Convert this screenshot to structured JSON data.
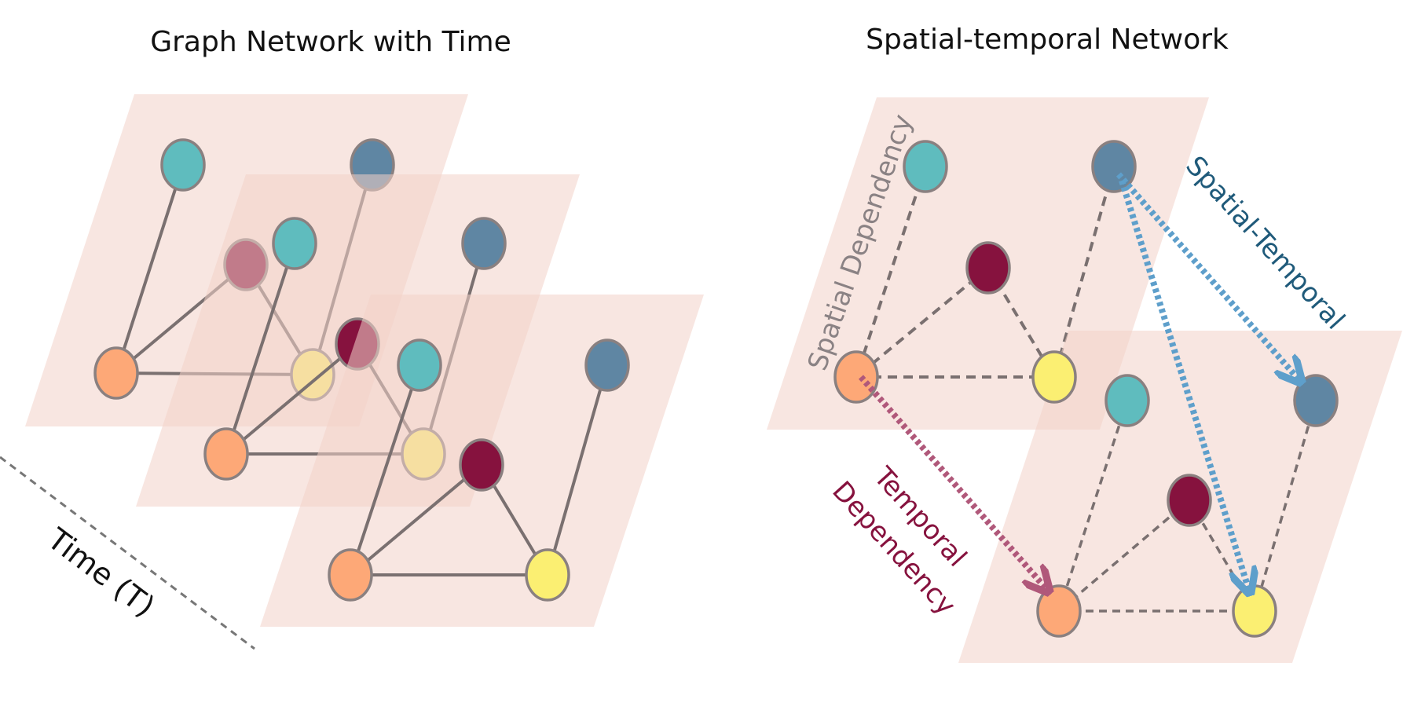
{
  "titles": {
    "left": "Graph Network with Time",
    "right": "Spatial-temporal Network"
  },
  "labels": {
    "time_axis": "Time (T)",
    "spatial_dependency": "Spatial Dependency",
    "spatial_temporal": "Spatial-Temporal",
    "temporal_line1": "Temporal",
    "temporal_line2": "Dependency"
  },
  "colors": {
    "plane": "#f3d2c8",
    "teal": "#5fbcbe",
    "slate": "#5f86a3",
    "maroon": "#86123e",
    "orange": "#fda877",
    "yellow": "#fbef72",
    "edge": "#7a7070",
    "node_stroke": "#8a8080",
    "temporal_arrow": "#b0587a",
    "spatial_temporal_arrow": "#5e9fcb",
    "spatial_temporal_text": "#1f5a7a",
    "temporal_text": "#86123e",
    "spatial_dep_text": "#8a8284"
  },
  "icons": {
    "node": "circle-node-icon",
    "arrow": "dotted-arrow-icon"
  }
}
